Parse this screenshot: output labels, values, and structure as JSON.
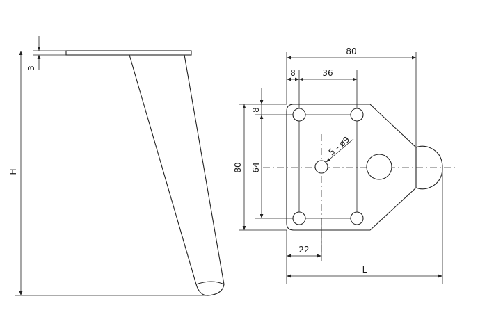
{
  "side_view": {
    "thickness_label": "3",
    "height_label": "H"
  },
  "top_view": {
    "overall_width_label": "80",
    "edge_offset_label": "8",
    "hole_spacing_x_label": "36",
    "edge_offset_y_label": "8",
    "plate_height_label": "80",
    "hole_spacing_y_label": "64",
    "holes_label": "5 - ø9",
    "center_hole_offset_label": "22",
    "length_label": "L"
  }
}
